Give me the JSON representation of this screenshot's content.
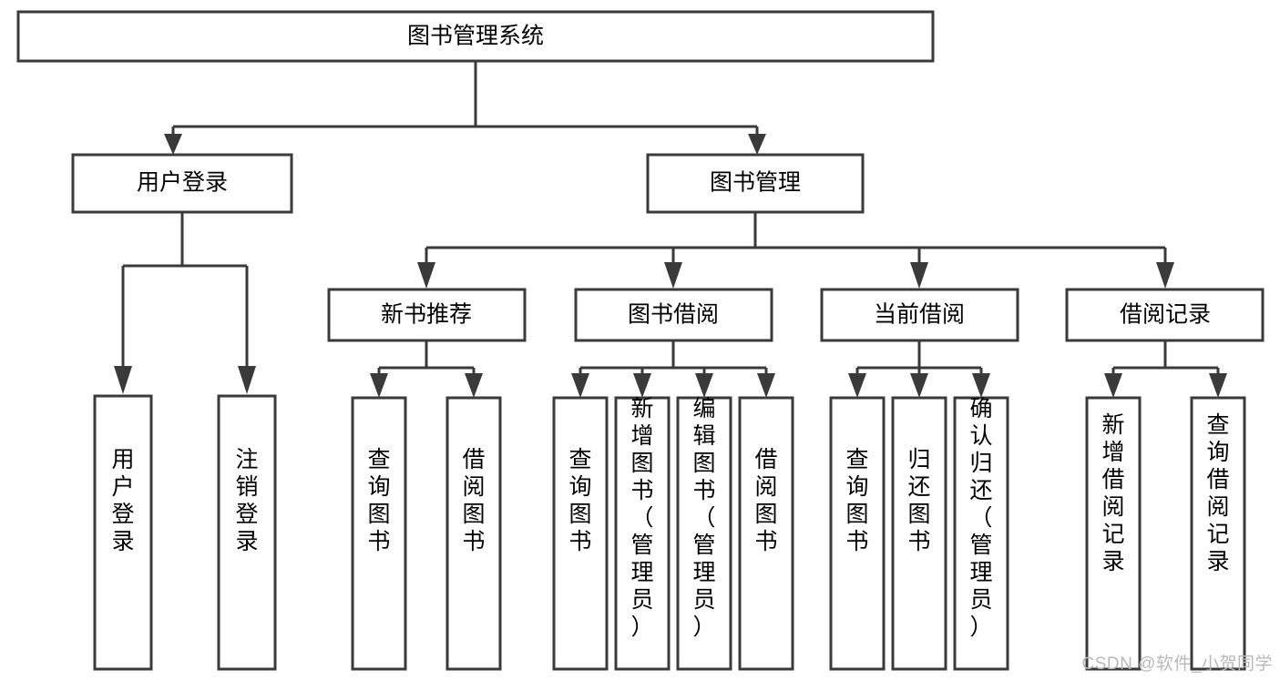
{
  "diagram": {
    "type": "tree",
    "title": "图书管理系统",
    "orientation": "top-down",
    "root": {
      "id": "root",
      "label": "图书管理系统",
      "text_orientation": "horizontal"
    },
    "level2": [
      {
        "id": "user-login",
        "label": "用户登录",
        "text_orientation": "horizontal"
      },
      {
        "id": "book-manage",
        "label": "图书管理",
        "text_orientation": "horizontal"
      }
    ],
    "level3": [
      {
        "id": "new-book-rec",
        "label": "新书推荐",
        "parent": "book-manage",
        "text_orientation": "horizontal"
      },
      {
        "id": "book-borrow",
        "label": "图书借阅",
        "parent": "book-manage",
        "text_orientation": "horizontal"
      },
      {
        "id": "current-borrow",
        "label": "当前借阅",
        "parent": "book-manage",
        "text_orientation": "horizontal"
      },
      {
        "id": "borrow-record",
        "label": "借阅记录",
        "parent": "book-manage",
        "text_orientation": "horizontal"
      }
    ],
    "leaves": [
      {
        "id": "leaf-user-login",
        "label": "用户登录",
        "parent": "user-login",
        "text_orientation": "vertical"
      },
      {
        "id": "leaf-user-logout",
        "label": "注销登录",
        "parent": "user-login",
        "text_orientation": "vertical"
      },
      {
        "id": "leaf-rec-query",
        "label": "查询图书",
        "parent": "new-book-rec",
        "text_orientation": "vertical"
      },
      {
        "id": "leaf-rec-borrow",
        "label": "借阅图书",
        "parent": "new-book-rec",
        "text_orientation": "vertical"
      },
      {
        "id": "leaf-borrow-query",
        "label": "查询图书",
        "parent": "book-borrow",
        "text_orientation": "vertical"
      },
      {
        "id": "leaf-borrow-add",
        "label": "新增图书（管理员）",
        "parent": "book-borrow",
        "text_orientation": "vertical"
      },
      {
        "id": "leaf-borrow-edit",
        "label": "编辑图书（管理员）",
        "parent": "book-borrow",
        "text_orientation": "vertical"
      },
      {
        "id": "leaf-borrow-do",
        "label": "借阅图书",
        "parent": "book-borrow",
        "text_orientation": "vertical"
      },
      {
        "id": "leaf-current-query",
        "label": "查询图书",
        "parent": "current-borrow",
        "text_orientation": "vertical"
      },
      {
        "id": "leaf-current-return",
        "label": "归还图书",
        "parent": "current-borrow",
        "text_orientation": "vertical"
      },
      {
        "id": "leaf-current-confirm",
        "label": "确认归还（管理员）",
        "parent": "current-borrow",
        "text_orientation": "vertical"
      },
      {
        "id": "leaf-record-add",
        "label": "新增借阅记录",
        "parent": "borrow-record",
        "text_orientation": "vertical"
      },
      {
        "id": "leaf-record-query",
        "label": "查询借阅记录",
        "parent": "borrow-record",
        "text_orientation": "vertical"
      }
    ]
  },
  "watermark": {
    "text": "CSDN @软件_小贺同学"
  },
  "colors": {
    "box_stroke": "#3a3a3a",
    "box_fill": "#ffffff",
    "text": "#000000",
    "watermark": "#b8b8b8",
    "background": "#ffffff"
  }
}
